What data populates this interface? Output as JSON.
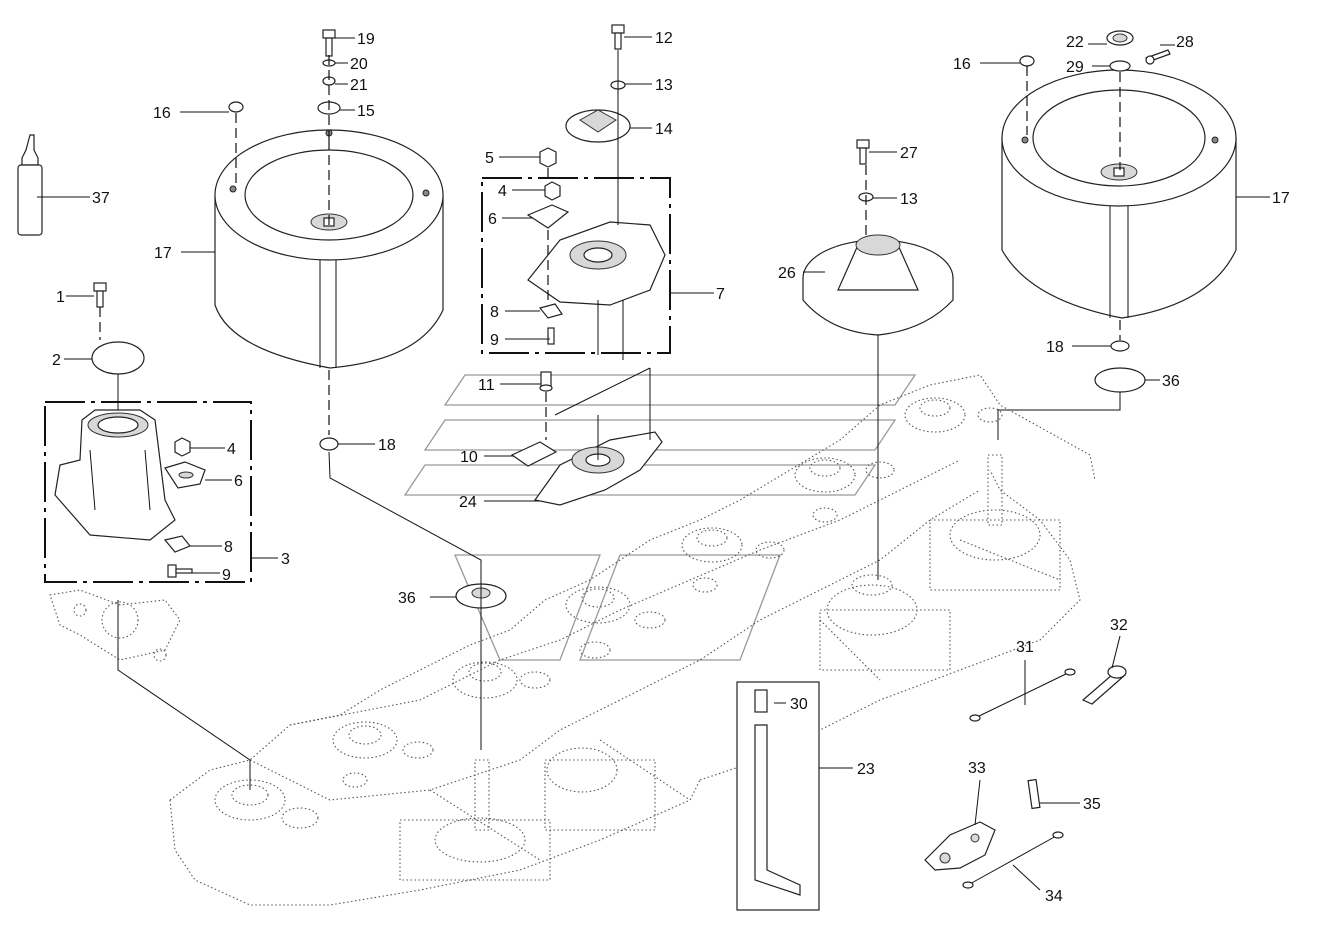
{
  "diagram": {
    "callouts": [
      {
        "id": "c1",
        "text": "1"
      },
      {
        "id": "c2",
        "text": "2"
      },
      {
        "id": "c3",
        "text": "3"
      },
      {
        "id": "c4a",
        "text": "4"
      },
      {
        "id": "c4b",
        "text": "4"
      },
      {
        "id": "c5",
        "text": "5"
      },
      {
        "id": "c6a",
        "text": "6"
      },
      {
        "id": "c6b",
        "text": "6"
      },
      {
        "id": "c7",
        "text": "7"
      },
      {
        "id": "c8a",
        "text": "8"
      },
      {
        "id": "c8b",
        "text": "8"
      },
      {
        "id": "c9a",
        "text": "9"
      },
      {
        "id": "c9b",
        "text": "9"
      },
      {
        "id": "c10",
        "text": "10"
      },
      {
        "id": "c11",
        "text": "11"
      },
      {
        "id": "c12",
        "text": "12"
      },
      {
        "id": "c13a",
        "text": "13"
      },
      {
        "id": "c13b",
        "text": "13"
      },
      {
        "id": "c14",
        "text": "14"
      },
      {
        "id": "c15",
        "text": "15"
      },
      {
        "id": "c16a",
        "text": "16"
      },
      {
        "id": "c16b",
        "text": "16"
      },
      {
        "id": "c17a",
        "text": "17"
      },
      {
        "id": "c17b",
        "text": "17"
      },
      {
        "id": "c18a",
        "text": "18"
      },
      {
        "id": "c18b",
        "text": "18"
      },
      {
        "id": "c19",
        "text": "19"
      },
      {
        "id": "c20",
        "text": "20"
      },
      {
        "id": "c21",
        "text": "21"
      },
      {
        "id": "c22",
        "text": "22"
      },
      {
        "id": "c23",
        "text": "23"
      },
      {
        "id": "c24",
        "text": "24"
      },
      {
        "id": "c26",
        "text": "26"
      },
      {
        "id": "c27",
        "text": "27"
      },
      {
        "id": "c28",
        "text": "28"
      },
      {
        "id": "c29",
        "text": "29"
      },
      {
        "id": "c30",
        "text": "30"
      },
      {
        "id": "c31",
        "text": "31"
      },
      {
        "id": "c32",
        "text": "32"
      },
      {
        "id": "c33",
        "text": "33"
      },
      {
        "id": "c34",
        "text": "34"
      },
      {
        "id": "c35",
        "text": "35"
      },
      {
        "id": "c36a",
        "text": "36"
      },
      {
        "id": "c36b",
        "text": "36"
      },
      {
        "id": "c37",
        "text": "37"
      }
    ]
  }
}
